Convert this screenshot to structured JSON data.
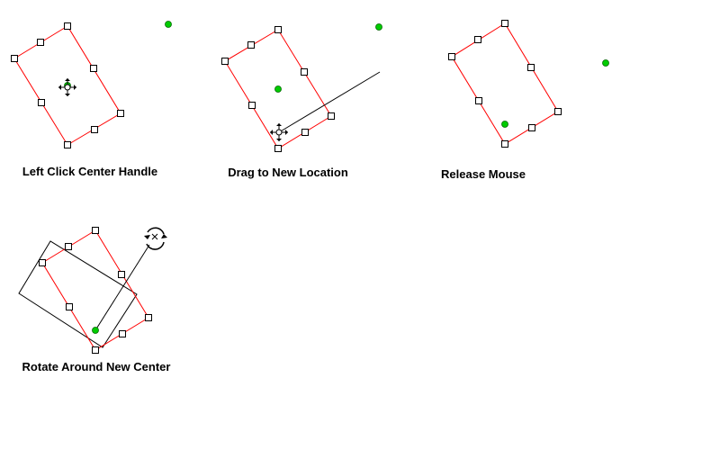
{
  "steps": [
    {
      "label": "Left Click Center Handle"
    },
    {
      "label": "Drag to New Location"
    },
    {
      "label": "Release Mouse"
    },
    {
      "label": "Rotate Around New Center"
    }
  ],
  "colors": {
    "outline": "#ff0000",
    "handle": "#000000",
    "center": "#00cc00",
    "guide": "#000000"
  }
}
